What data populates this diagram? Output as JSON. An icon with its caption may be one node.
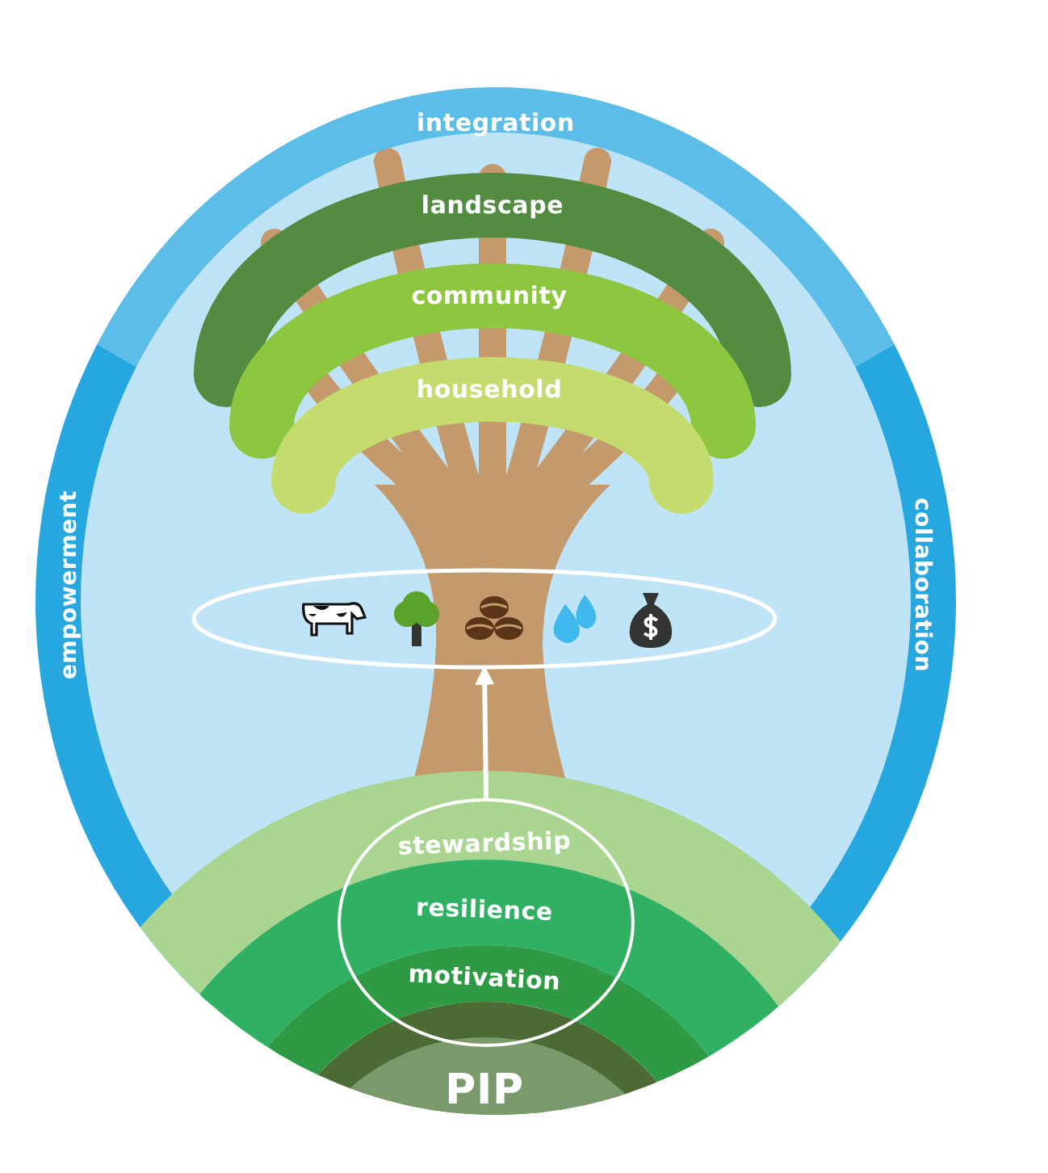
{
  "diagram": {
    "nodes": [
      {
        "text": [
          "integration"
        ]
      },
      {
        "text": [
          "empowerment"
        ]
      },
      {
        "text": [
          "collaboration"
        ]
      },
      {
        "text": [
          "landscape"
        ]
      },
      {
        "text": [
          "community"
        ]
      },
      {
        "text": [
          "household"
        ]
      },
      {
        "text": [],
        "shape": "ellipse"
      },
      {
        "text": [
          "stewardship",
          "resilience",
          "motivation"
        ]
      },
      {
        "text": [
          "PIP"
        ]
      }
    ],
    "edges": [
      {
        "from": 7,
        "to": 6,
        "arrow": "to"
      }
    ]
  }
}
